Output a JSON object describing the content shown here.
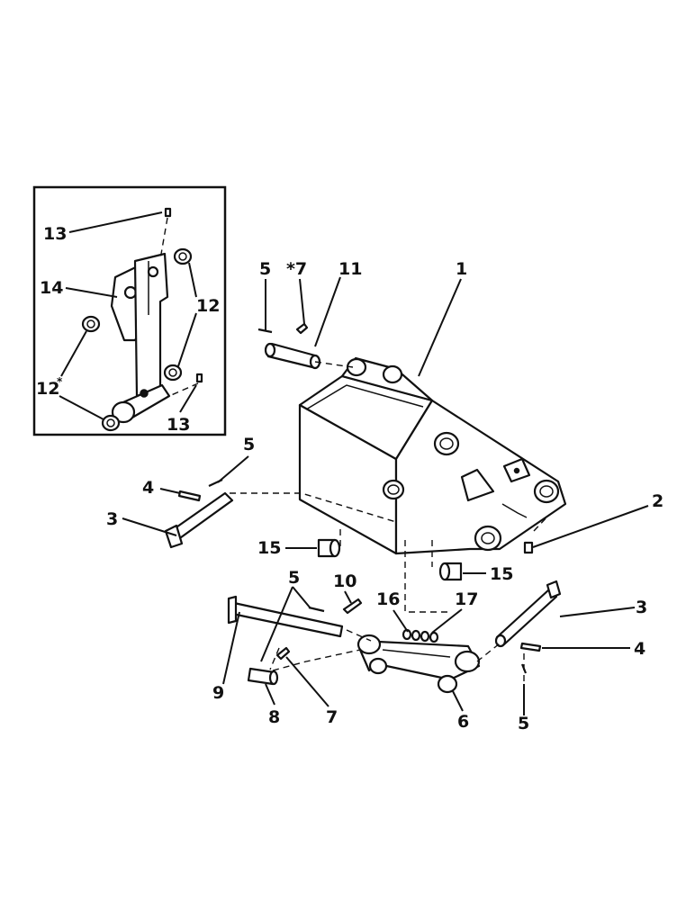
{
  "labels": {
    "l_13_top": "13",
    "l_14": "14",
    "l_12_right": "12",
    "l_12_left": "12",
    "l_12_left_mark": "*",
    "l_13_bottom": "13",
    "l_5_top": "5",
    "l_7_top": "*7",
    "l_11": "11",
    "l_1": "1",
    "l_5_mid": "5",
    "l_4_left": "4",
    "l_3_left": "3",
    "l_2": "2",
    "l_15_left": "15",
    "l_15_right": "15",
    "l_5_lower": "5",
    "l_10": "10",
    "l_16": "16",
    "l_17": "17",
    "l_3_right": "3",
    "l_4_right": "4",
    "l_9": "9",
    "l_8": "8",
    "l_7_bottom": "7",
    "l_6": "6",
    "l_5_bottom": "5"
  }
}
